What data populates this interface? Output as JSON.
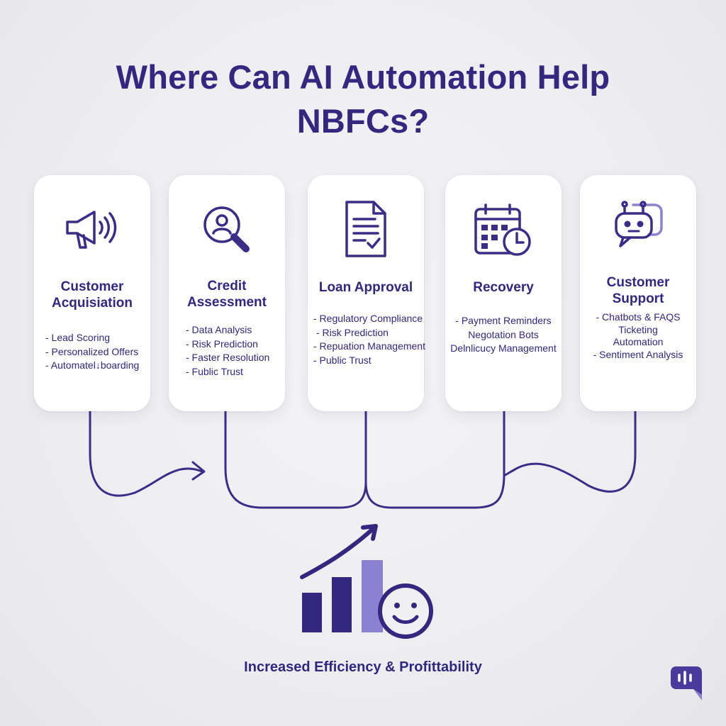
{
  "title": {
    "line1": "Where Can AI Automation Help",
    "line2": "NBFCs?"
  },
  "cards": [
    {
      "icon": "megaphone-icon",
      "title_lines": [
        "Customer",
        "Acquisiation"
      ],
      "items": [
        "- Lead Scoring",
        "- Personalized Offers",
        "- Automatel↓boarding"
      ]
    },
    {
      "icon": "magnifier-person-icon",
      "title_lines": [
        "Credit",
        "Assessment"
      ],
      "items": [
        "- Data Analysis",
        "- Risk Prediction",
        "- Faster Resolution",
        "- Fublic Trust"
      ]
    },
    {
      "icon": "document-check-icon",
      "title_lines": [
        "Loan Approval"
      ],
      "items": [
        "- Regulatory Compliance",
        "- Risk Prediction",
        "- Repuation Management",
        "- Public Trust"
      ]
    },
    {
      "icon": "calendar-clock-icon",
      "title_lines": [
        "Recovery"
      ],
      "items": [
        "- Payment Reminders",
        "Negotation Bots",
        "Delnlicucy Management"
      ]
    },
    {
      "icon": "chatbot-icon",
      "title_lines": [
        "Customer",
        "Support"
      ],
      "items": [
        "- Chatbots & FAQS",
        "Ticketing",
        "Automation",
        "- Sentiment Analysis"
      ]
    }
  ],
  "outcome": {
    "icon": "growth-chart-smiley-icon",
    "label": "Increased Efficiency & Profittability"
  },
  "brand": {
    "icon": "speech-bubble-logo-icon"
  },
  "colors": {
    "primary": "#33277f",
    "accent": "#8a82d0",
    "background": "#ececef",
    "card": "#ffffff"
  }
}
